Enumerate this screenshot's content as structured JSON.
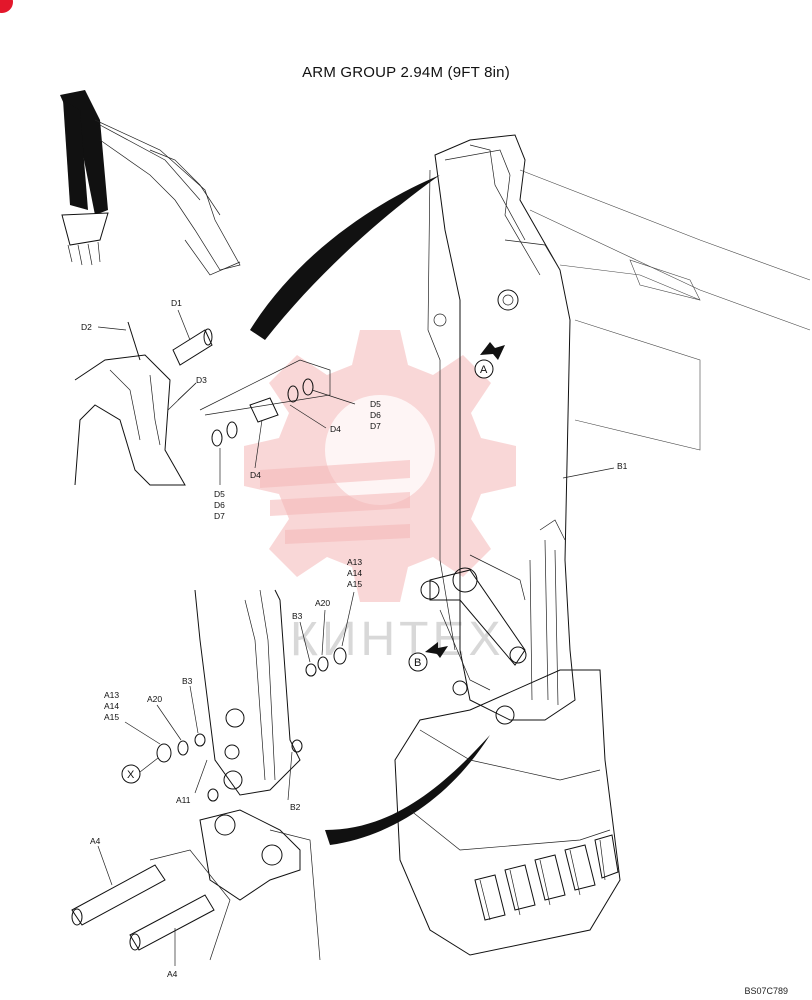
{
  "title": "ARM GROUP 2.94M (9FT 8in)",
  "drawing_code": "BS07C789",
  "watermark_text": "КИНТЕХ",
  "callouts": {
    "A": "A",
    "B": "B",
    "X": "X"
  },
  "labels": {
    "d1": "D1",
    "d2": "D2",
    "d3": "D3",
    "d4_upper": "D4",
    "d4_lower": "D4",
    "d567_right": [
      "D5",
      "D6",
      "D7"
    ],
    "d567_left": [
      "D5",
      "D6",
      "D7"
    ],
    "b1": "B1",
    "b2": "B2",
    "b3_right": "B3",
    "b3_left": "B3",
    "a20_right": "A20",
    "a20_left": "A20",
    "a131415_right": [
      "A13",
      "A14",
      "A15"
    ],
    "a131415_left": [
      "A13",
      "A14",
      "A15"
    ],
    "a11": "A11",
    "a4_upper": "A4",
    "a4_lower": "A4"
  },
  "colors": {
    "badge": "#e3172b",
    "watermark": "#f4b6b6",
    "ink": "#111111"
  }
}
